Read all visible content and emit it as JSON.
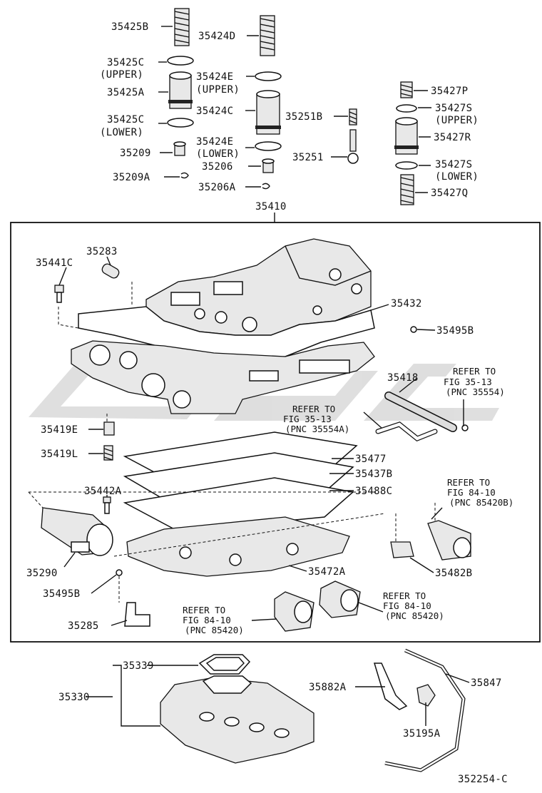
{
  "labels": {
    "p35425B": "35425B",
    "p35424D": "35424D",
    "p35425C_upper": "35425C",
    "p35425C_upper_note": "(UPPER)",
    "p35424E_upper": "35424E",
    "p35424E_upper_note": "(UPPER)",
    "p35425A": "35425A",
    "p35424C": "35424C",
    "p35425C_lower": "35425C",
    "p35425C_lower_note": "(LOWER)",
    "p35251B": "35251B",
    "p35424E_lower": "35424E",
    "p35424E_lower_note": "(LOWER)",
    "p35209": "35209",
    "p35206": "35206",
    "p35251": "35251",
    "p35209A": "35209A",
    "p35206A": "35206A",
    "p35427P": "35427P",
    "p35427S_upper": "35427S",
    "p35427S_upper_note": "(UPPER)",
    "p35427R": "35427R",
    "p35427S_lower": "35427S",
    "p35427S_lower_note": "(LOWER)",
    "p35427Q": "35427Q",
    "p35410": "35410",
    "p35283": "35283",
    "p35441C": "35441C",
    "p35432": "35432",
    "p35495B_top": "35495B",
    "p35418": "35418",
    "p35419E": "35419E",
    "p35419L": "35419L",
    "p35477": "35477",
    "p35437B": "35437B",
    "p35442A": "35442A",
    "p35488C": "35488C",
    "p35290": "35290",
    "p35472A": "35472A",
    "p35482B": "35482B",
    "p35495B_bottom": "35495B",
    "p35285": "35285",
    "p35339": "35339",
    "p35330": "35330",
    "p35882A": "35882A",
    "p35847": "35847",
    "p35195A": "35195A"
  },
  "refs": {
    "ref1": [
      "REFER TO",
      "FIG 35-13",
      "(PNC 35554)"
    ],
    "ref2": [
      "REFER TO",
      "FIG 35-13",
      "(PNC 35554A)"
    ],
    "ref3": [
      "REFER TO",
      "FIG 84-10",
      "(PNC 85420B)"
    ],
    "ref4": [
      "REFER TO",
      "FIG 84-10",
      "(PNC 85420)"
    ],
    "ref5": [
      "REFER TO",
      "FIG 84-10",
      "(PNC 85420)"
    ]
  },
  "figure_number": "352254-C",
  "colors": {
    "ink": "#111111",
    "watermark": "#d6d6d6",
    "background": "#ffffff"
  }
}
